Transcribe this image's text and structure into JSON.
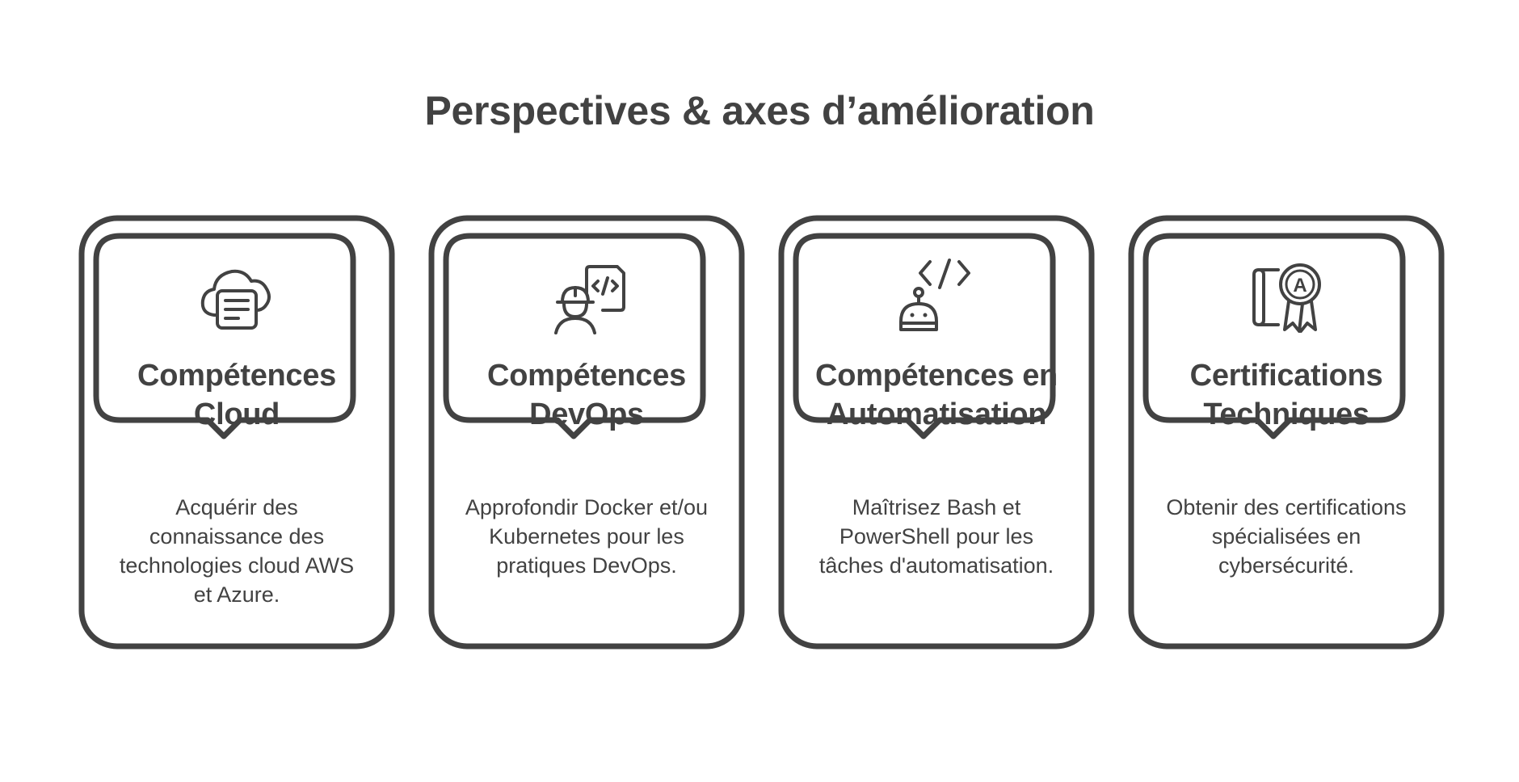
{
  "page": {
    "title": "Perspectives & axes d’amélioration"
  },
  "cards": [
    {
      "icon": "cloud-document-icon",
      "title_line1": "Compétences",
      "title_line2": "Cloud",
      "description": "Acquérir des connaissance des technologies cloud AWS et Azure."
    },
    {
      "icon": "developer-code-icon",
      "title_line1": "Compétences",
      "title_line2": "DevOps",
      "description": "Approfondir Docker et/ou Kubernetes pour les pratiques DevOps."
    },
    {
      "icon": "robot-code-icon",
      "title_line1": "Compétences en",
      "title_line2": "Automatisation",
      "description": "Maîtrisez Bash et PowerShell pour les tâches d'automatisation."
    },
    {
      "icon": "certificate-award-icon",
      "title_line1": "Certifications",
      "title_line2": "Techniques",
      "description": "Obtenir des certifications spécialisées en cybersécurité."
    }
  ],
  "colors": {
    "stroke": "#424242",
    "text": "#424242",
    "background": "#ffffff"
  }
}
